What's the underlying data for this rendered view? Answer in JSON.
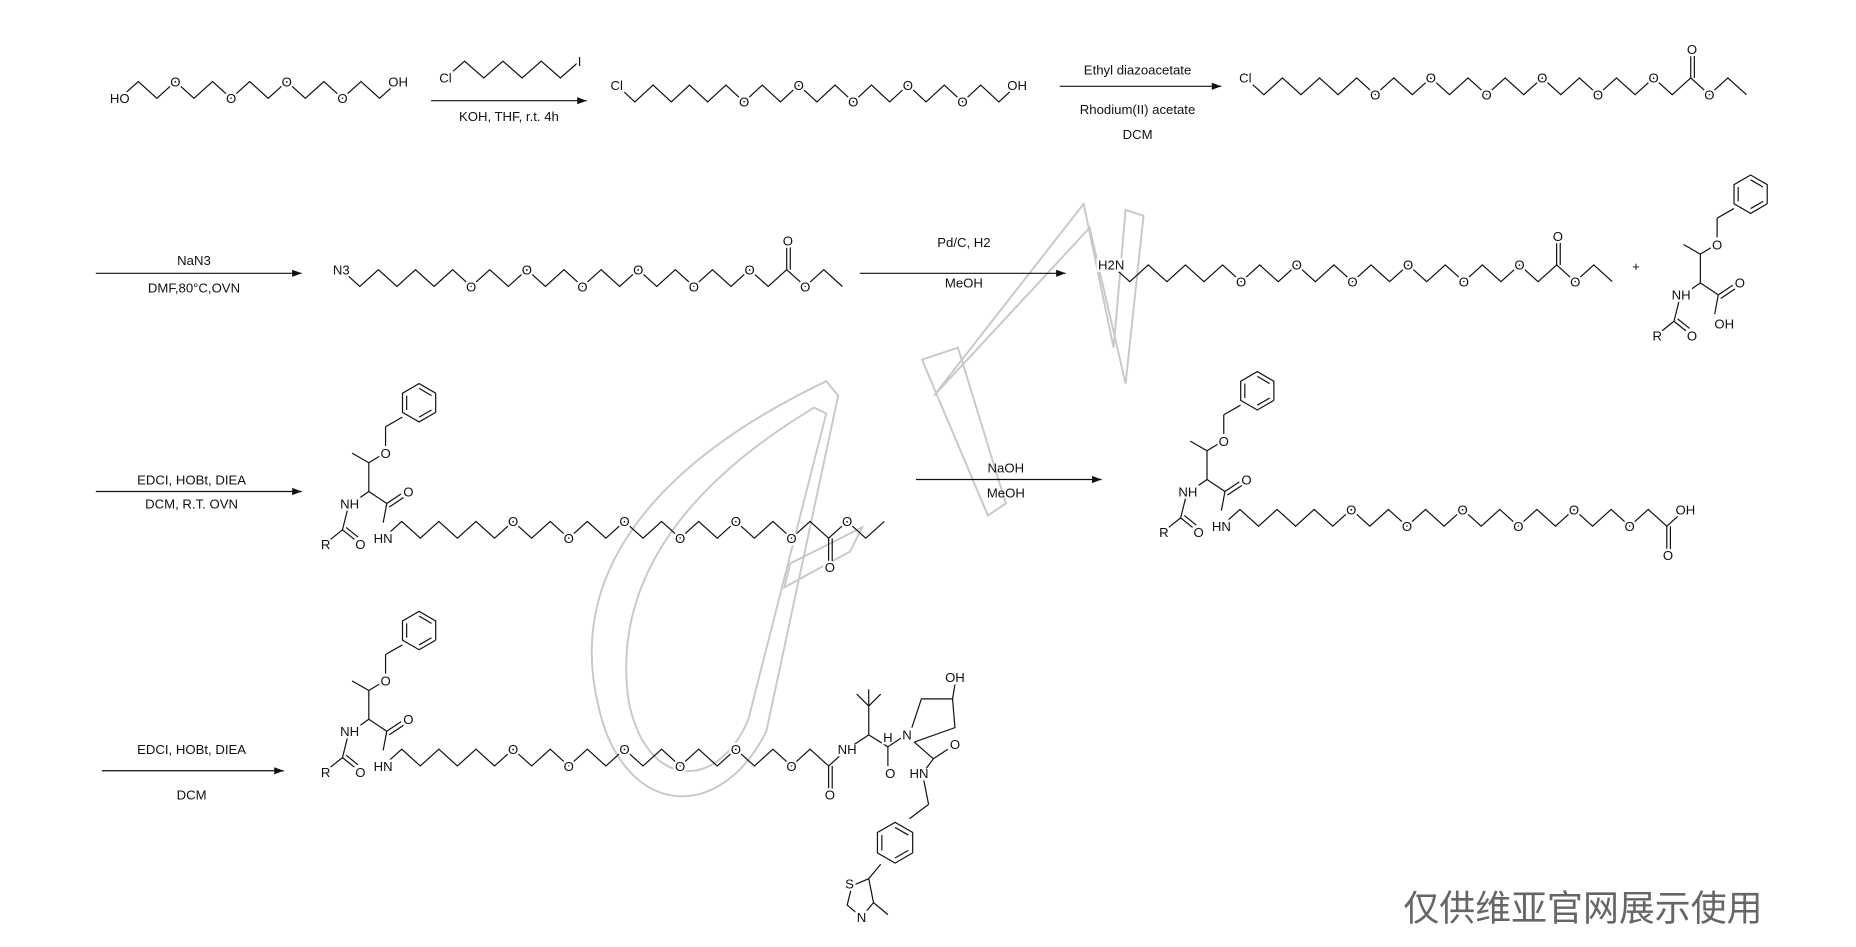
{
  "title": "Synthetic route scheme",
  "atoms": {
    "ether_oxygen": "O",
    "carbonyl_oxygen": "O",
    "HO": "HO",
    "OH": "OH",
    "Cl": "Cl",
    "I": "I",
    "N3": "N3",
    "H2N": "H2N",
    "HN": "HN",
    "NH": "NH",
    "N": "N",
    "H": "H",
    "R": "R",
    "S": "S"
  },
  "steps": [
    {
      "above": "",
      "below": "KOH, THF, r.t. 4h",
      "reagent_structure_labels": [
        "Cl",
        "I"
      ]
    },
    {
      "above": "Ethyl diazoacetate",
      "below": "Rhodium(II) acetate",
      "below2": "DCM"
    },
    {
      "above": "NaN3",
      "below": "DMF,80°C,OVN"
    },
    {
      "above": "Pd/C, H2",
      "below": "MeOH"
    },
    {
      "above": "EDCI, HOBt, DIEA",
      "below": "DCM, R.T. OVN"
    },
    {
      "above": "NaOH",
      "below": "MeOH"
    },
    {
      "above": "EDCI, HOBt, DIEA",
      "below": "DCM"
    }
  ],
  "plus_sign": "+",
  "watermark_text": "仅供维亚官网展示使用",
  "colors": {
    "ink": "#111111",
    "watermark": "#c8c8c8"
  }
}
